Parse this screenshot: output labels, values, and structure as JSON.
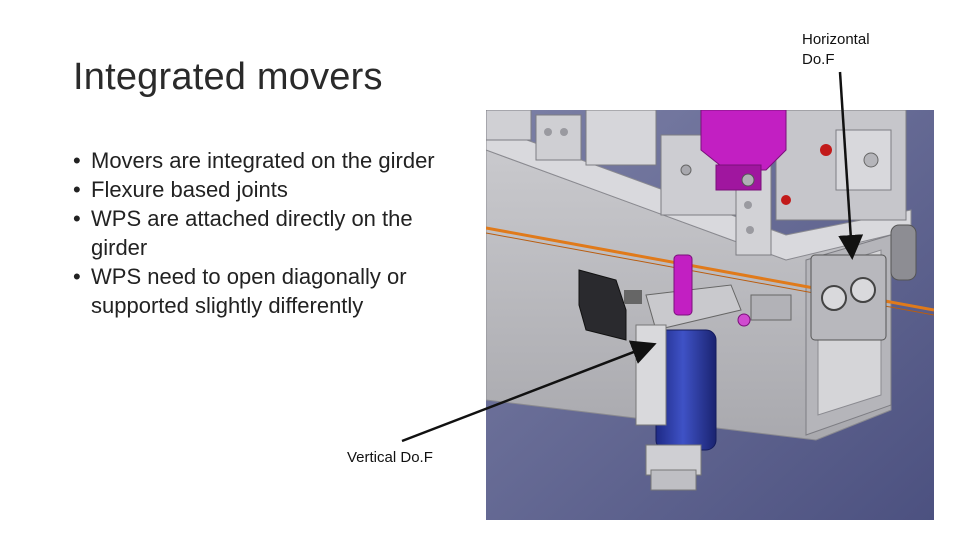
{
  "slide": {
    "title": "Integrated movers",
    "bullets": [
      "Movers are integrated on the girder",
      "Flexure based joints",
      "WPS are attached directly on the girder",
      "WPS need to open diagonally or supported slightly differently"
    ]
  },
  "callouts": {
    "vertical_label": "Vertical Do.F",
    "horizontal_label_line1": "Horizontal",
    "horizontal_label_line2": "Do.F"
  },
  "colors": {
    "cad_background": "#5a5f8a",
    "girder": "#c8c8cc",
    "beam_pipe": "#e07a1a",
    "mover_motor": "#2f3ea8",
    "accent_magenta": "#c21fc2"
  }
}
